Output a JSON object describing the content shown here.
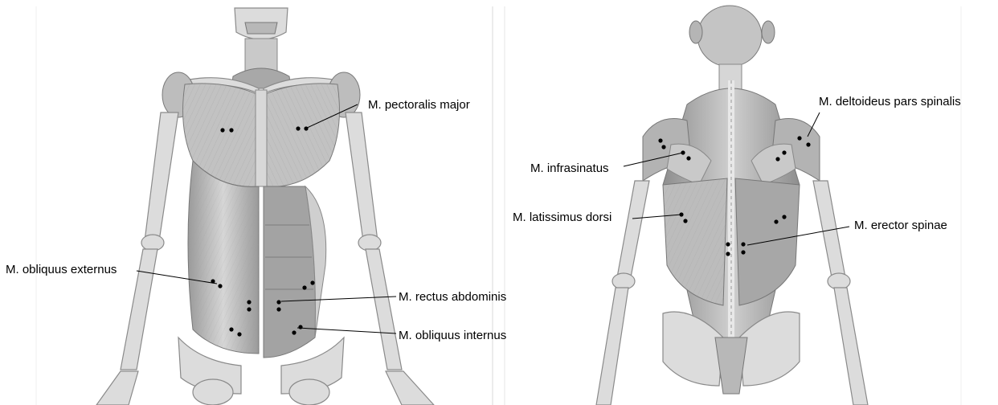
{
  "figure": {
    "panels": [
      {
        "view": "anterior",
        "labels": [
          {
            "key": "pectoralis",
            "text": "M. pectoralis major"
          },
          {
            "key": "obl_ext",
            "text": "M. obliquus externus"
          },
          {
            "key": "rectus",
            "text": "M. rectus abdominis"
          },
          {
            "key": "obl_int",
            "text": "M. obliquus internus"
          }
        ]
      },
      {
        "view": "posterior",
        "labels": [
          {
            "key": "deltoid",
            "text": "M. deltoideus pars spinalis"
          },
          {
            "key": "infra",
            "text": "M. infrasinatus"
          },
          {
            "key": "latdorsi",
            "text": "M. latissimus dorsi"
          },
          {
            "key": "erector",
            "text": "M. erector spinae"
          }
        ]
      }
    ],
    "colors": {
      "muscle_light": "#d2d2d2",
      "muscle_mid": "#a9a9a9",
      "bone": "#dcdcdc",
      "electrode_dot": "#000000"
    }
  }
}
